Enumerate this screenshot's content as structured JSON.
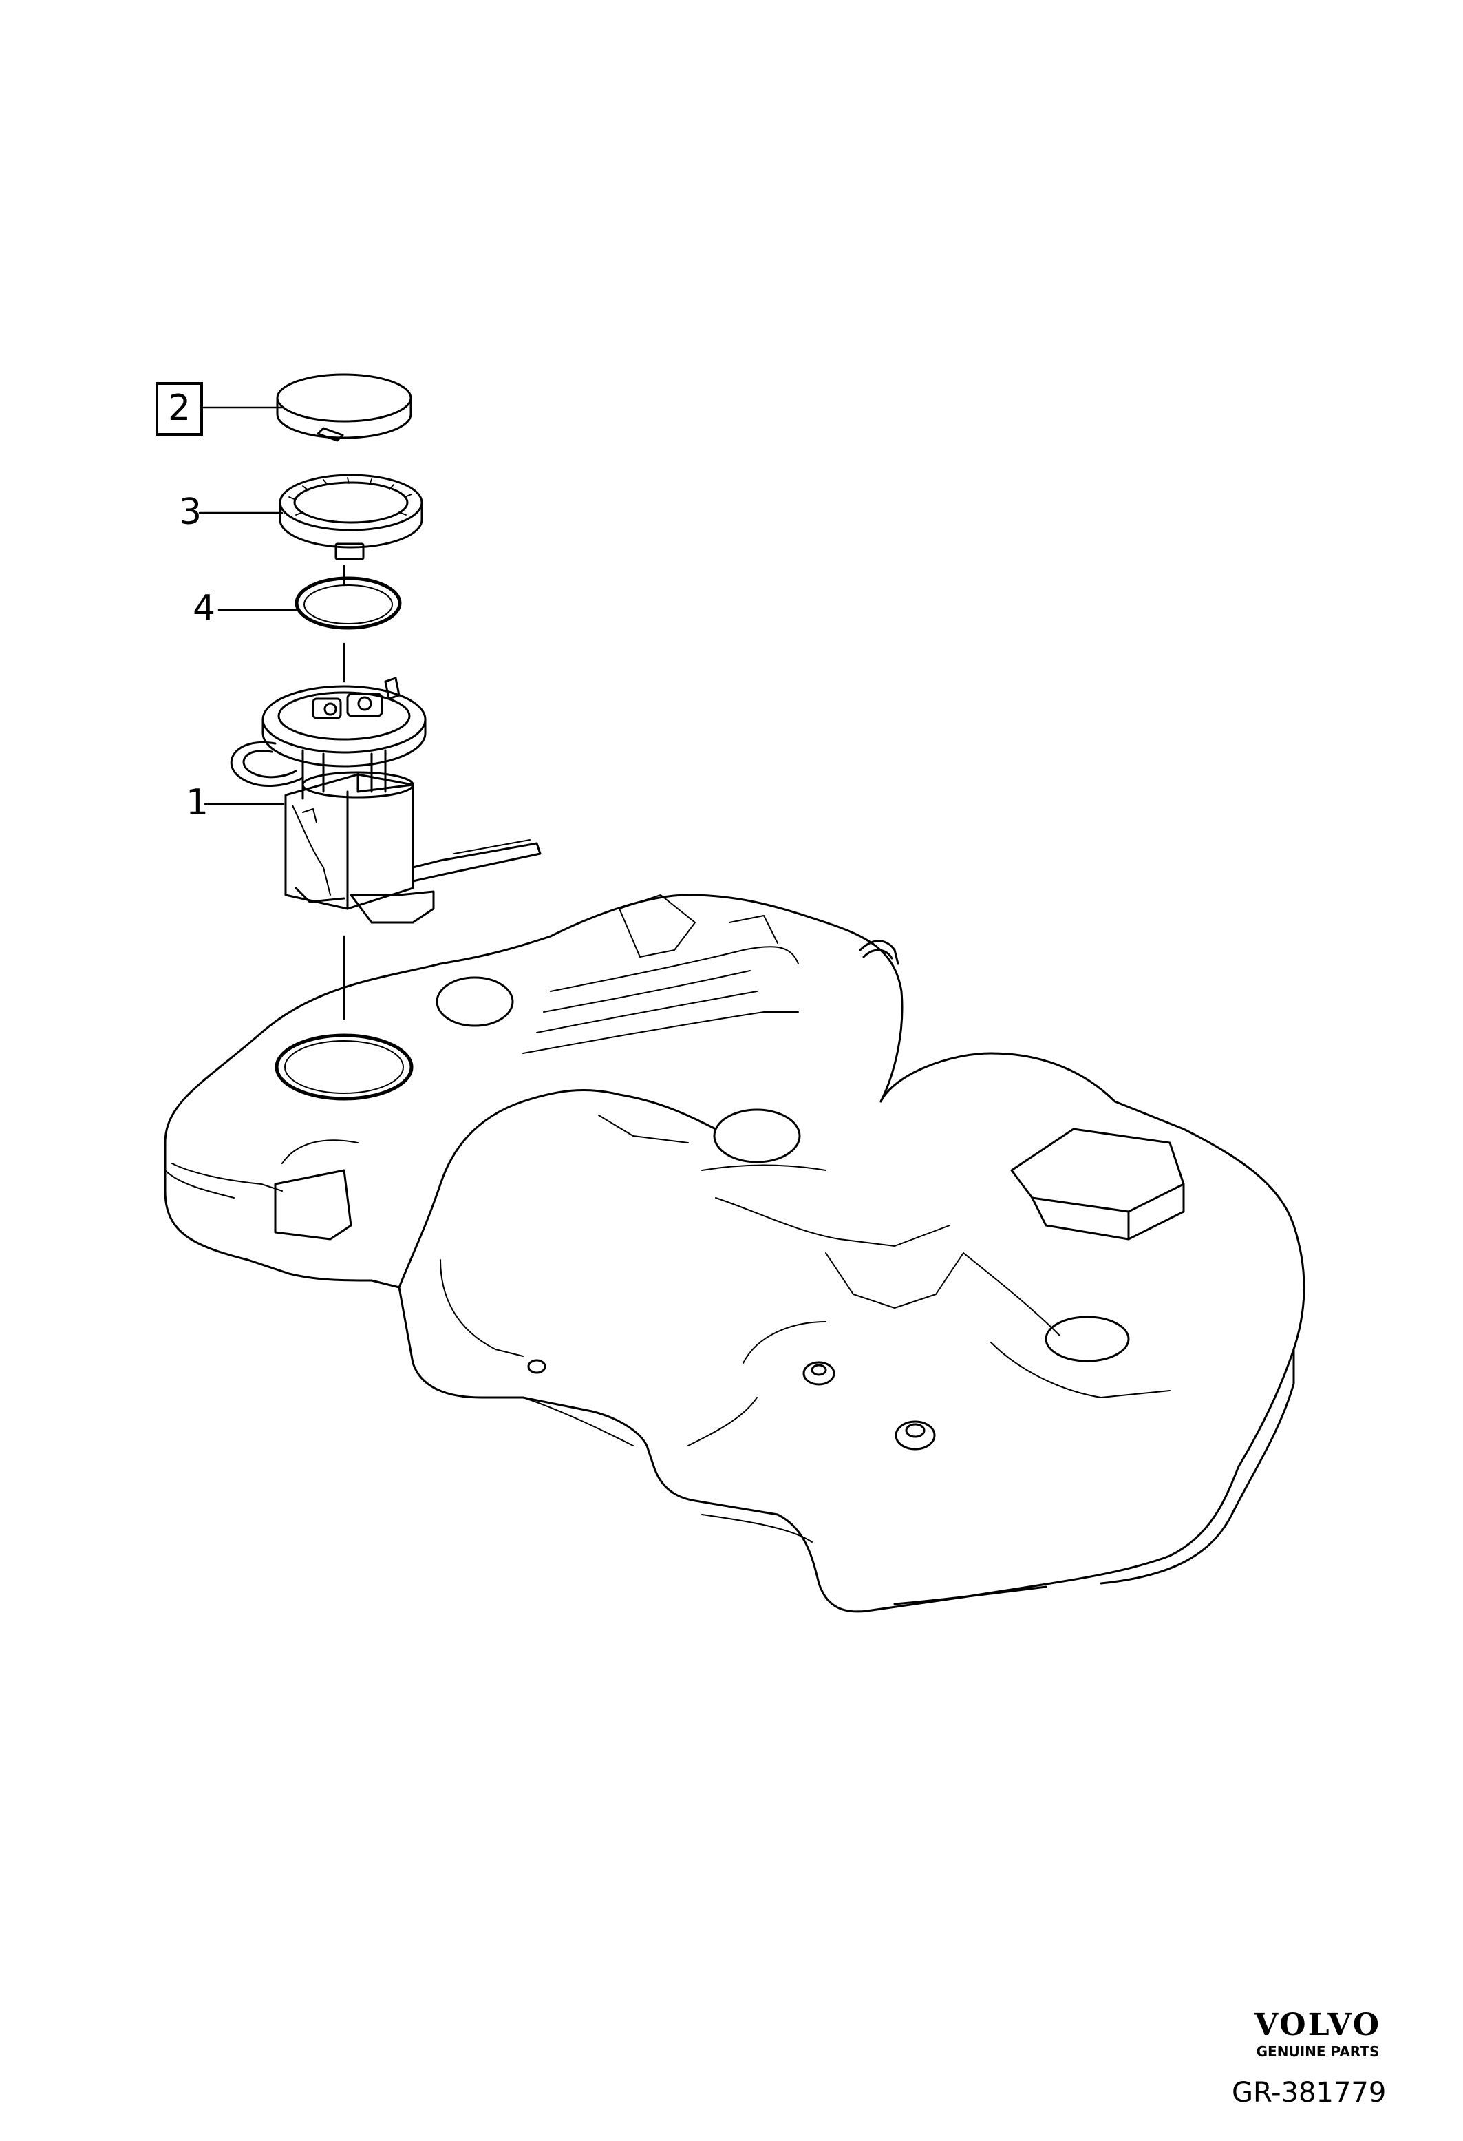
{
  "diagram": {
    "callouts": [
      {
        "id": "2",
        "label": "2",
        "boxed": true
      },
      {
        "id": "3",
        "label": "3",
        "boxed": false
      },
      {
        "id": "4",
        "label": "4",
        "boxed": false
      },
      {
        "id": "1",
        "label": "1",
        "boxed": false
      }
    ],
    "line_color": "#000000",
    "background": "#ffffff"
  },
  "branding": {
    "logo_text": "VOLVO",
    "sub_text": "GENUINE PARTS",
    "figure_id": "GR-381779"
  }
}
